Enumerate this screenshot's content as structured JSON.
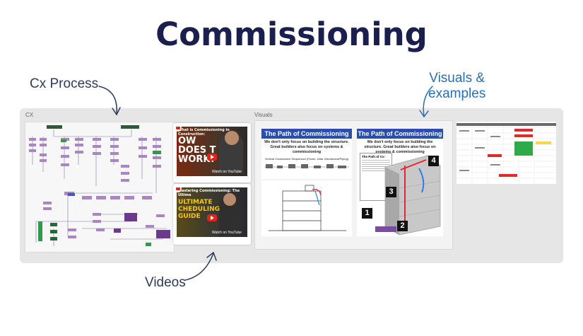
{
  "page": {
    "title": "Commissioning"
  },
  "annotations": {
    "cx_process": "Cx Process",
    "visuals_examples": [
      "Visuals &",
      "examples"
    ],
    "videos": "Videos"
  },
  "board": {
    "frames": [
      {
        "label": "CX"
      },
      {
        "label": "Visuals"
      }
    ]
  },
  "videos": [
    {
      "title": "What is Commissioning in Construction:",
      "overlay": "OW DOES T WORK?",
      "watch": "Watch on YouTube"
    },
    {
      "title": "Mastering Commissioning: The Ultima",
      "overlay": "ULTIMATE CHEDULING GUIDE",
      "watch": "Watch on YouTube"
    }
  ],
  "cards": [
    {
      "heading": "The Path of Commissioning",
      "subtitle": "We don't only focus on building the structure. Great builders also focus on systems & commissioning",
      "diagram_caption": "Vertical Construction Sequences (Power, Data, Mechanical/Piping)"
    },
    {
      "heading": "The Path of Commissioning",
      "subtitle": "We don't only focus on building the structure. Great builders also focus on systems & commissioning",
      "sidebar_title": "The Path of Cx:",
      "steps": [
        "1",
        "2",
        "3",
        "4"
      ]
    }
  ],
  "colors": {
    "title": "#1a1f4e",
    "annotation_blue": "#2b6fb0",
    "card_header": "#2a4fa8",
    "flow_purple": "#8e5aa8",
    "flow_green": "#2e9a4a",
    "youtube_red": "#e62117"
  }
}
